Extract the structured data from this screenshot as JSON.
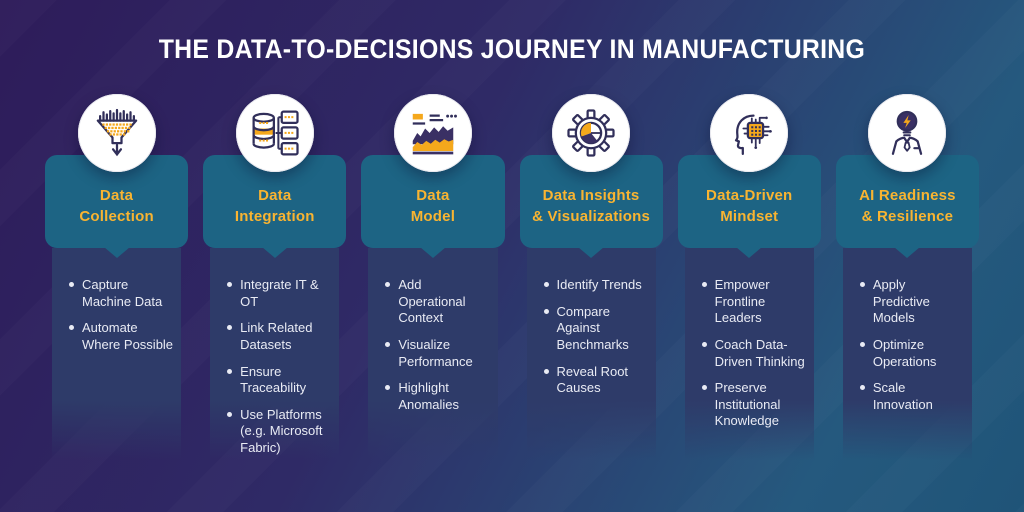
{
  "title": "THE DATA-TO-DECISIONS JOURNEY IN MANUFACTURING",
  "colors": {
    "background_top": "#2e1c5a",
    "background_bottom": "#1f5478",
    "header_teal": "#1d6484",
    "panel_navy": "#2e3b69",
    "accent_gold": "#f9b431",
    "icon_navy": "#312f5a",
    "icon_fill_navy": "#3a3064",
    "icon_gold": "#f5a81c",
    "text_light": "#e9ebf4"
  },
  "columns": [
    {
      "icon": "funnel-data-icon",
      "title": "Data\nCollection",
      "bullets": [
        "Capture Machine Data",
        "Automate Where Possible"
      ]
    },
    {
      "icon": "database-servers-icon",
      "title": "Data\nIntegration",
      "bullets": [
        "Integrate IT & OT",
        "Link Related Datasets",
        "Ensure Traceability",
        "Use Platforms (e.g. Microsoft Fabric)"
      ]
    },
    {
      "icon": "area-chart-icon",
      "title": "Data\nModel",
      "bullets": [
        "Add Operational Context",
        "Visualize Performance",
        "Highlight Anomalies"
      ]
    },
    {
      "icon": "gear-pie-icon",
      "title": "Data Insights\n& Visualizations",
      "bullets": [
        "Identify Trends",
        "Compare Against Benchmarks",
        "Reveal Root Causes"
      ]
    },
    {
      "icon": "head-chip-icon",
      "title": "Data-Driven\nMindset",
      "bullets": [
        "Empower Frontline Leaders",
        "Coach Data-Driven Thinking",
        "Preserve Institutional Knowledge"
      ]
    },
    {
      "icon": "person-bulb-icon",
      "title": "AI Readiness\n& Resilience",
      "bullets": [
        "Apply Predictive Models",
        "Optimize Operations",
        "Scale Innovation"
      ]
    }
  ]
}
